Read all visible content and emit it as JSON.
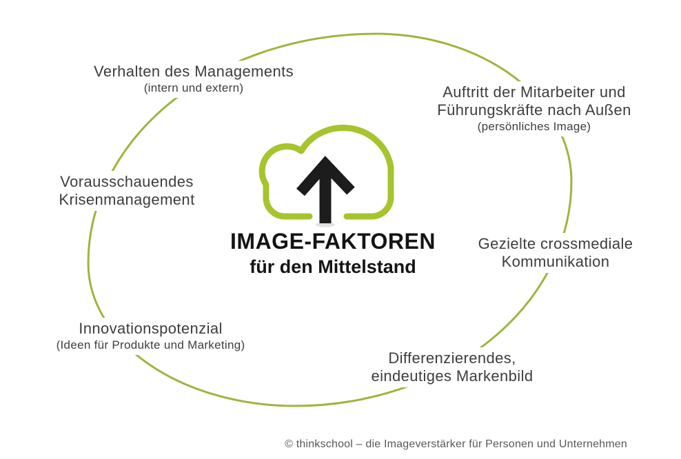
{
  "colors": {
    "orbit": "#9cb53e",
    "cloud": "#a6c42d",
    "arrow": "#1c1c1c"
  },
  "center_logo": {
    "title_line1": "IMAGE-FAKTOREN",
    "title_line2": "für den Mittelstand"
  },
  "factors": [
    {
      "id": "management-behavior",
      "lines": [
        "Verhalten des Managements"
      ],
      "sub": "(intern und extern)"
    },
    {
      "id": "employee-appearance",
      "lines": [
        "Auftritt der Mitarbeiter und",
        "Führungskräfte nach Außen"
      ],
      "sub": "(persönliches Image)"
    },
    {
      "id": "crisis-management",
      "lines": [
        "Vorausschauendes",
        "Krisenmanagement"
      ],
      "sub": ""
    },
    {
      "id": "crossmedia-communication",
      "lines": [
        "Gezielte crossmediale",
        "Kommunikation"
      ],
      "sub": ""
    },
    {
      "id": "innovation-potential",
      "lines": [
        "Innovationspotenzial"
      ],
      "sub": "(Ideen für Produkte und Marketing)"
    },
    {
      "id": "brand-image",
      "lines": [
        "Differenzierendes,",
        "eindeutiges Markenbild"
      ],
      "sub": ""
    }
  ],
  "footer": {
    "text": "© thinkschool – die Imageverstärker für Personen und Unternehmen"
  }
}
